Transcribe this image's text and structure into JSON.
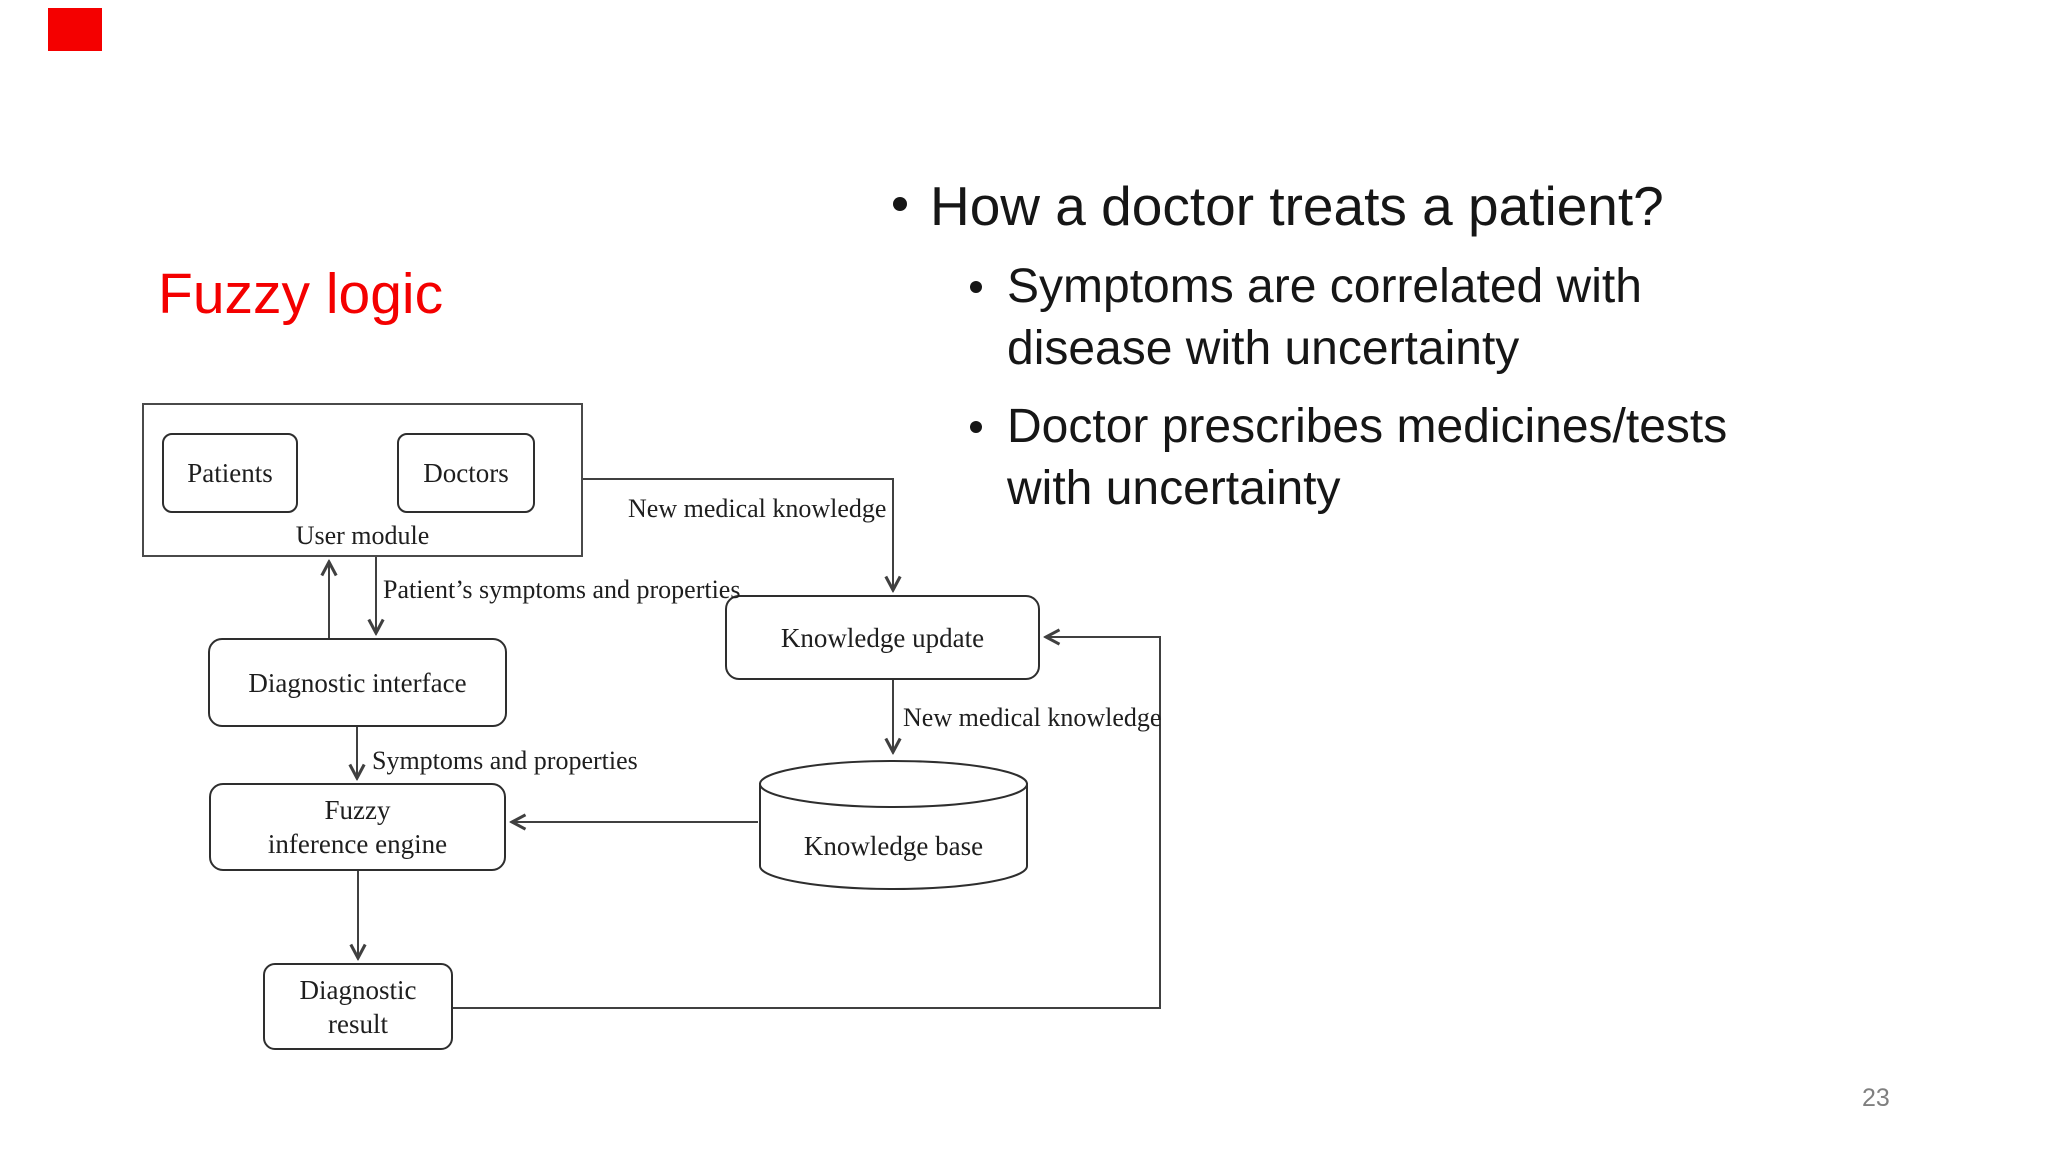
{
  "colors": {
    "accent_red": "#f40000",
    "diagram_ink": "#1e1e1e",
    "line_gray": "#404040",
    "page_number_gray": "#7f7f7f"
  },
  "title": "Fuzzy logic",
  "bullets": {
    "main": "How a doctor treats a patient?",
    "sub": [
      {
        "lines": [
          "Symptoms are correlated with",
          "disease with uncertainty"
        ]
      },
      {
        "lines": [
          "Doctor prescribes medicines/tests",
          "with uncertainty"
        ]
      }
    ]
  },
  "diagram": {
    "user_module": {
      "label": "User module",
      "patients": "Patients",
      "doctors": "Doctors"
    },
    "diagnostic_interface": "Diagnostic interface",
    "fuzzy_inference_engine": {
      "line1": "Fuzzy",
      "line2": "inference engine"
    },
    "knowledge_update": "Knowledge update",
    "knowledge_base": "Knowledge base",
    "diagnostic_result": {
      "line1": "Diagnostic",
      "line2": "result"
    },
    "labels": {
      "new_medical_knowledge_top": "New medical knowledge",
      "patient_symptoms": "Patient’s symptoms and properties",
      "symptoms_properties": "Symptoms and properties",
      "new_medical_knowledge_bottom": "New medical knowledge"
    }
  },
  "page_number": "23"
}
